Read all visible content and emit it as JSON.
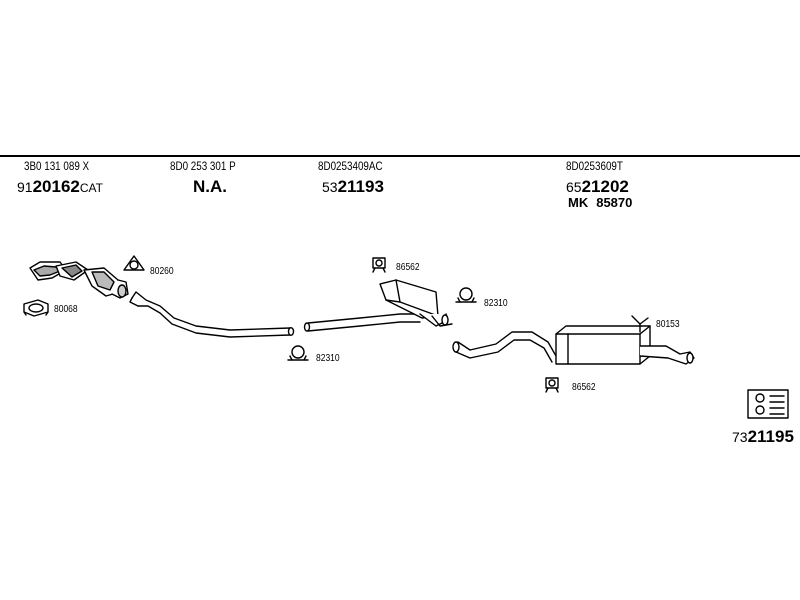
{
  "headers": [
    {
      "ref": "3B0 131 089 X",
      "prefix": "91",
      "main": "20162",
      "suffix": "CAT"
    },
    {
      "ref": "8D0 253 301 P",
      "na": "N.A."
    },
    {
      "ref": "8D0253409AC",
      "prefix": "53",
      "main": "21193"
    },
    {
      "ref": "8D0253609T",
      "prefix": "65",
      "main": "21202",
      "mk_label": "MK",
      "mk_value": "85870"
    }
  ],
  "parts": {
    "p80260": "80260",
    "p80068": "80068",
    "p82310a": "82310",
    "p86562a": "86562",
    "p82310b": "82310",
    "p80153": "80153",
    "p86562b": "86562"
  },
  "footer": {
    "prefix": "73",
    "main": "21195"
  }
}
